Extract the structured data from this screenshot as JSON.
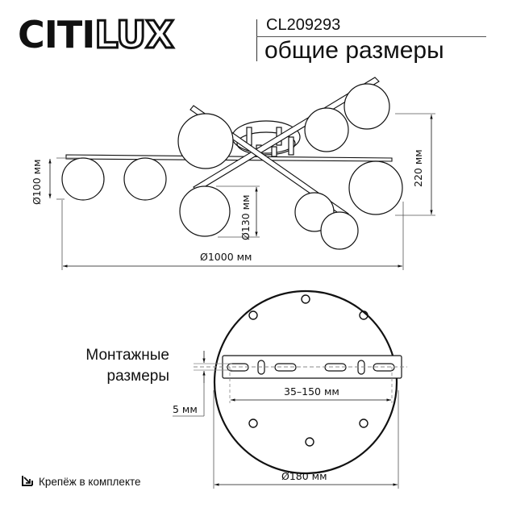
{
  "header": {
    "brand_solid": "CITI",
    "brand_outline": "LUX",
    "model": "CL209293",
    "subtitle": "общие размеры"
  },
  "dimensions": {
    "shade_small": "Ø100 мм",
    "shade_large": "Ø130 мм",
    "total_width": "Ø1000 мм",
    "height": "220 мм",
    "mount_spacing": "35–150 мм",
    "mount_offset": "5 мм",
    "canopy_diameter": "Ø180 мм"
  },
  "mounting": {
    "label_line1": "Монтажные",
    "label_line2": "размеры"
  },
  "footer": {
    "kit_icon": "arrow-down-right-box-icon",
    "kit_text": "Крепёж в комплекте"
  },
  "colors": {
    "line": "#111111",
    "dim_line": "#555555",
    "background": "#ffffff"
  }
}
